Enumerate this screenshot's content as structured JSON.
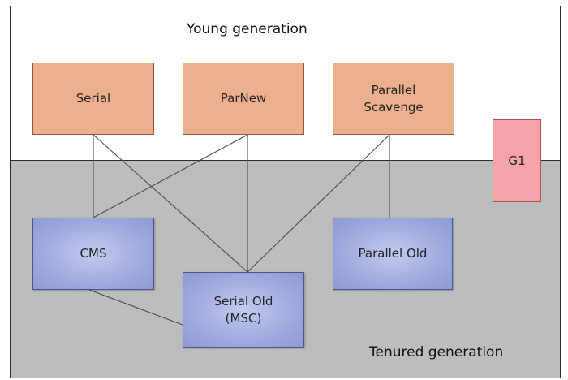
{
  "regions": {
    "young_label": "Young generation",
    "tenured_label": "Tenured generation"
  },
  "young_collectors": {
    "serial": "Serial",
    "parnew": "ParNew",
    "parallel_scavenge": "Parallel\nScavenge"
  },
  "tenured_collectors": {
    "cms": "CMS",
    "serial_old": "Serial Old\n(MSC)",
    "parallel_old": "Parallel Old"
  },
  "other_collectors": {
    "g1": "G1"
  },
  "colors": {
    "young_fill": "#ecb08e",
    "tenured_fill": "#9aa6dc",
    "g1_fill": "#f5a3aa",
    "tenured_background": "#bdbdbd",
    "connector_line": "#4a4a4a"
  }
}
